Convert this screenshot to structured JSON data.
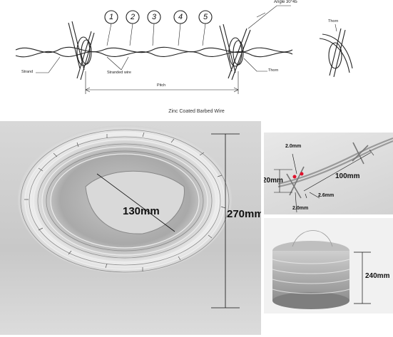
{
  "schematic": {
    "numbers": [
      "1",
      "2",
      "3",
      "4",
      "5"
    ],
    "angle": "Angle 30°45",
    "thorn_top": "Thorn",
    "strand": "Strand",
    "stranded_wire": "Stranded wire",
    "thorn": "Thorn",
    "pitch": "Pitch"
  },
  "caption": "Zinc Coated Barbed Wire",
  "coil": {
    "inner_diameter": "130mm",
    "outer_diameter": "270mm"
  },
  "detail": {
    "barb_wire_top": "2.0mm",
    "barb_length": "20mm",
    "spacing": "100mm",
    "strand_wire": "2.6mm",
    "barb_wire_bottom": "2.0mm"
  },
  "small_coil": {
    "height": "240mm"
  },
  "colors": {
    "marker": "#e0102a",
    "line": "#222222"
  }
}
